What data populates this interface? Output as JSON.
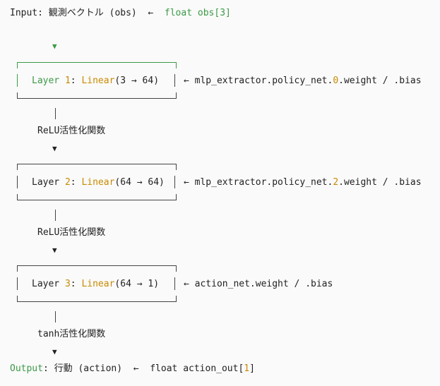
{
  "input": {
    "label": "Input",
    "text": "観測ベクトル (obs)",
    "arrow": "←",
    "type_kw": "float",
    "var": "obs",
    "size": "3"
  },
  "layers": [
    {
      "label": "Layer",
      "num": "1",
      "fn": "Linear",
      "args": "3 → 64",
      "source_prefix": "mlp_extractor.policy_net.",
      "source_idx": "0",
      "source_suffix": ".weight / .bias"
    },
    {
      "label": "Layer",
      "num": "2",
      "fn": "Linear",
      "args": "64 → 64",
      "source_prefix": "mlp_extractor.policy_net.",
      "source_idx": "2",
      "source_suffix": ".weight / .bias"
    },
    {
      "label": "Layer",
      "num": "3",
      "fn": "Linear",
      "args": "64 → 1",
      "source_prefix": "",
      "source_idx": "",
      "source_suffix": "action_net.weight / .bias"
    }
  ],
  "activations": [
    "ReLU活性化関数",
    "ReLU活性化関数",
    "tanh活性化関数"
  ],
  "output": {
    "label": "Output",
    "text": "行動 (action)",
    "arrow": "←",
    "type_kw": "float",
    "var": "action_out",
    "size": "1"
  },
  "colors": {
    "green": "#3c9a47",
    "orange": "#c98a00"
  }
}
